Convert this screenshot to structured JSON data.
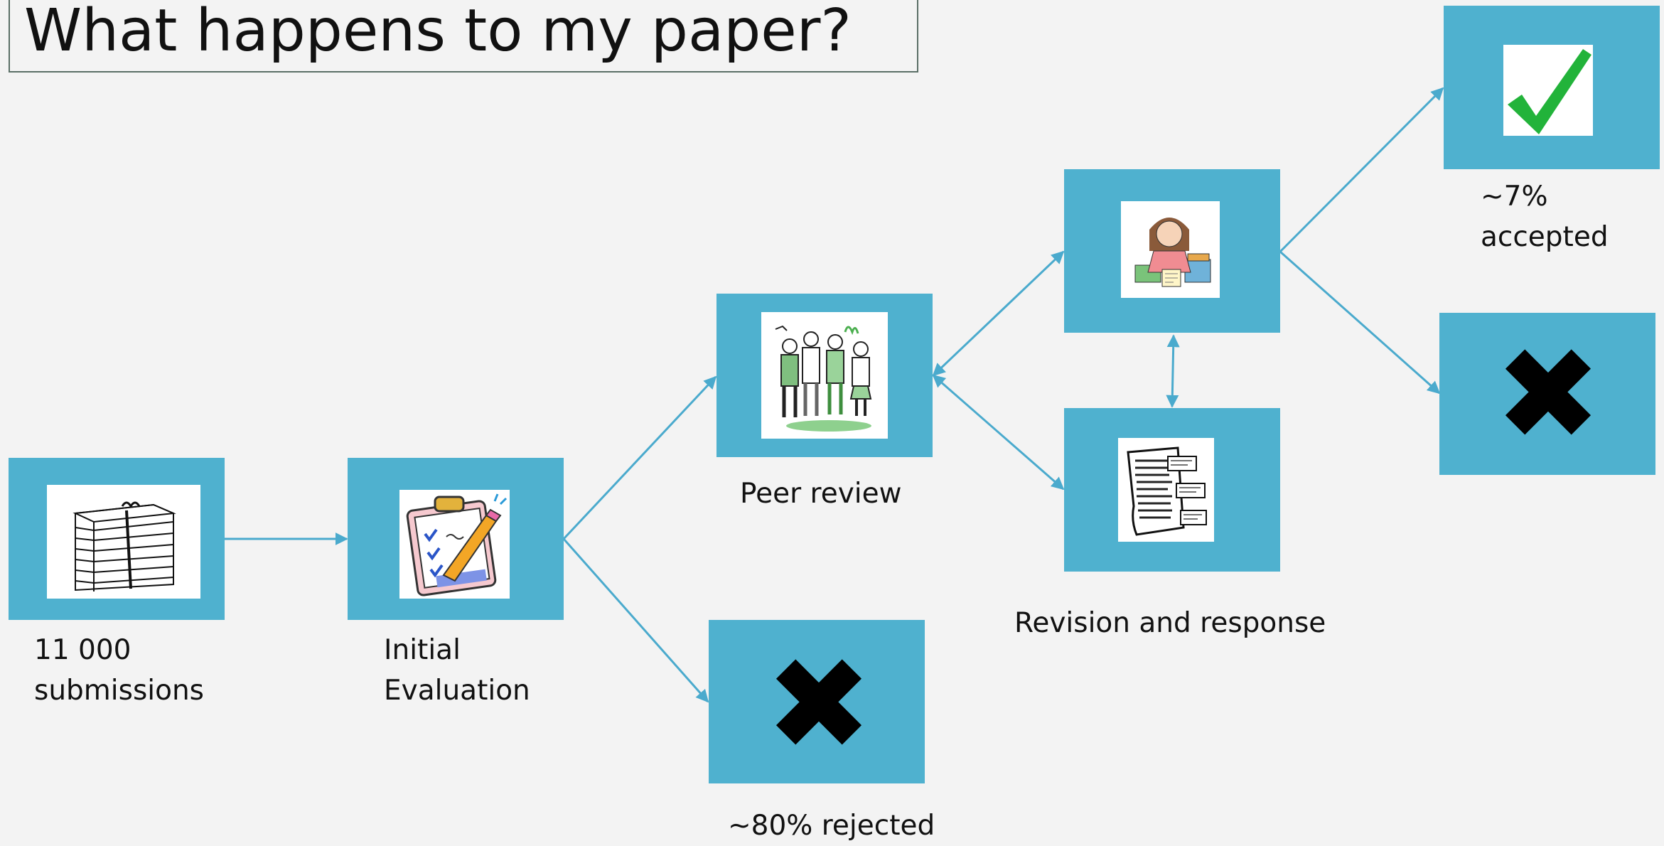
{
  "title": "What happens to my paper?",
  "stages": {
    "submissions": {
      "count": "11 000",
      "label": "submissions",
      "icon": "paper-stack-icon"
    },
    "initial": {
      "line1": "Initial",
      "line2": "Evaluation",
      "icon": "clipboard-checklist-icon"
    },
    "peer_review": {
      "label": "Peer review",
      "icon": "reviewers-group-icon"
    },
    "revision": {
      "label": "Revision and response",
      "author_icon": "author-working-icon",
      "document_icon": "commented-document-icon"
    },
    "rejected_initial": {
      "label": "~80% rejected",
      "icon": "x-mark-icon"
    },
    "accepted": {
      "percent": "~7%",
      "label": "accepted",
      "icon": "check-mark-icon"
    },
    "rejected_final": {
      "icon": "x-mark-icon"
    }
  },
  "colors": {
    "node_fill": "#4fb1cf",
    "arrow": "#4aaacd",
    "check": "#22b33a",
    "background": "#f3f3f3"
  }
}
